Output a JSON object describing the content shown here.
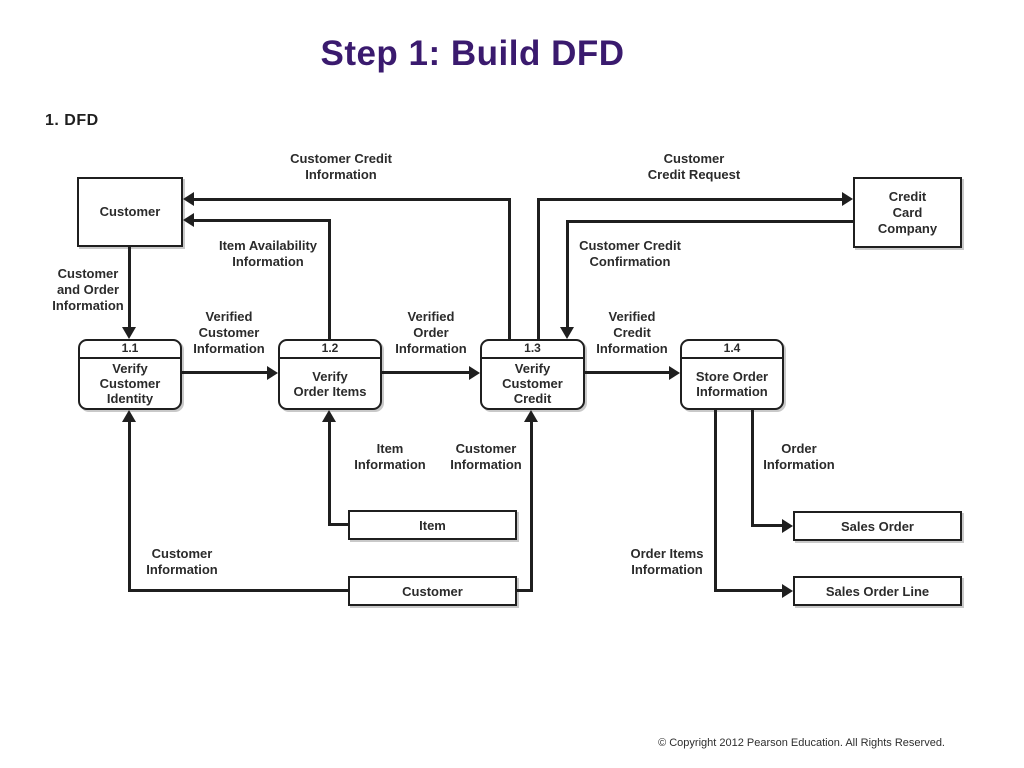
{
  "title": "Step 1: Build DFD",
  "heading": "1. DFD",
  "copyright": "© Copyright 2012 Pearson Education. All Rights Reserved.",
  "colors": {
    "title_text": "#3a1a6e",
    "diagram_line": "#1f1f1f",
    "diagram_text": "#2b2b2b",
    "background": "#ffffff"
  },
  "entities": {
    "customer": "Customer",
    "credit_card_company": "Credit\nCard\nCompany"
  },
  "processes": [
    {
      "num": "1.1",
      "label": "Verify\nCustomer\nIdentity"
    },
    {
      "num": "1.2",
      "label": "Verify\nOrder Items"
    },
    {
      "num": "1.3",
      "label": "Verify\nCustomer\nCredit"
    },
    {
      "num": "1.4",
      "label": "Store Order\nInformation"
    }
  ],
  "stores": [
    {
      "label": "Item"
    },
    {
      "label": "Customer"
    },
    {
      "label": "Sales Order"
    },
    {
      "label": "Sales Order Line"
    }
  ],
  "flows": {
    "customer_credit_information": "Customer Credit\nInformation",
    "customer_credit_request": "Customer\nCredit Request",
    "item_availability_information": "Item Availability\nInformation",
    "customer_credit_confirmation": "Customer Credit\nConfirmation",
    "customer_and_order_information": "Customer\nand Order\nInformation",
    "verified_customer_information": "Verified\nCustomer\nInformation",
    "verified_order_information": "Verified\nOrder\nInformation",
    "verified_credit_information": "Verified\nCredit\nInformation",
    "item_information": "Item\nInformation",
    "customer_information_to_credit": "Customer\nInformation",
    "order_information": "Order\nInformation",
    "customer_information_to_identity": "Customer\nInformation",
    "order_items_information": "Order Items\nInformation"
  }
}
